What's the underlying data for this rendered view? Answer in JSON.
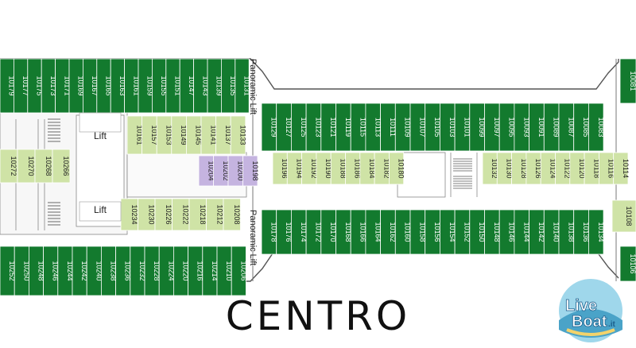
{
  "deck_title": "CENTRO",
  "watermark": {
    "line1": "Live",
    "line2": "Boat",
    "suffix": ".it"
  },
  "labels": {
    "lift_upper": "Lift",
    "lift_lower": "Lift",
    "panoramic_upper": "Panoramic Lift",
    "panoramic_lower": "Panoramic Lift"
  },
  "colors": {
    "outside_cabin": "#137a2e",
    "inside_cabin": "#cfe3a6",
    "special_cabin": "#c5b4e0",
    "hull_line": "#555555"
  },
  "cabins": {
    "outer_top_left": [
      "10179",
      "10177",
      "10175",
      "10173",
      "10171",
      "10169",
      "10167",
      "10165",
      "10163",
      "10161",
      "10159",
      "10155",
      "10151",
      "10147",
      "10143",
      "10139",
      "10135",
      "10131"
    ],
    "outer_top_mid": [
      "10129",
      "10127",
      "10125",
      "10123",
      "10121",
      "10119",
      "10115",
      "10113",
      "10111",
      "10109",
      "10107",
      "10105",
      "10103",
      "10101",
      "10099",
      "10097",
      "10095",
      "10093",
      "10091",
      "10089",
      "10087",
      "10085",
      "10083"
    ],
    "outer_top_right": [
      "10081"
    ],
    "inner_top_left": [
      "10161",
      "10157",
      "10153",
      "10149",
      "10145",
      "10141",
      "10137",
      "10133"
    ],
    "inner_upper_mid": [
      "10196",
      "10194",
      "10192",
      "10190",
      "10188",
      "10186",
      "10184",
      "10182",
      "10180"
    ],
    "inner_upper_right": [
      "10132",
      "10130",
      "10128",
      "10126",
      "10124",
      "10122",
      "10120",
      "10118",
      "10116",
      "10114"
    ],
    "left_stub_top": [
      "10272",
      "10270",
      "10268",
      "10266"
    ],
    "special_mid": [
      "10204",
      "10202",
      "10200",
      "10198"
    ],
    "inner_bottom_left": [
      "10234",
      "10230",
      "10226",
      "10222",
      "10218",
      "10212",
      "10208"
    ],
    "outer_bottom_left": [
      "10252",
      "10250",
      "10248",
      "10246",
      "10244",
      "10242",
      "10240",
      "10238",
      "10236",
      "10232",
      "10228",
      "10224",
      "10220",
      "10216",
      "10214",
      "10210",
      "10206"
    ],
    "outer_bottom_mid": [
      "10178",
      "10176",
      "10174",
      "10172",
      "10170",
      "10168",
      "10166",
      "10164",
      "10162",
      "10160",
      "10158",
      "10156",
      "10154",
      "10152",
      "10150",
      "10148",
      "10146",
      "10144",
      "10142",
      "10140",
      "10138",
      "10136",
      "10134"
    ],
    "outer_bottom_right": [
      "10108"
    ],
    "outer_far_bottom_right": [
      "10106"
    ]
  }
}
